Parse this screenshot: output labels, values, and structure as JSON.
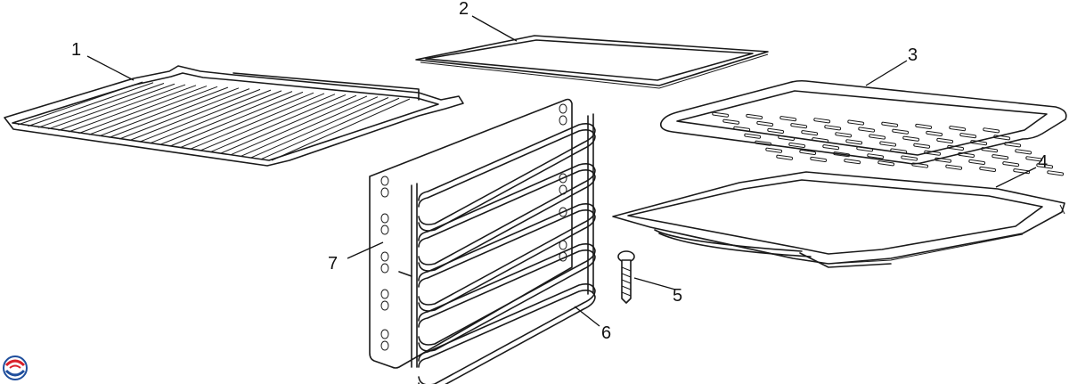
{
  "callouts": [
    {
      "id": "1",
      "text": "1"
    },
    {
      "id": "2",
      "text": "2"
    },
    {
      "id": "3",
      "text": "3"
    },
    {
      "id": "4",
      "text": "4"
    },
    {
      "id": "5",
      "text": "5"
    },
    {
      "id": "6",
      "text": "6"
    },
    {
      "id": "7",
      "text": "7"
    }
  ],
  "colors": {
    "line": "#1a1a1a",
    "background": "#ffffff",
    "logo_red": "#d9202a",
    "logo_blue": "#1f4e9c"
  },
  "icons": {
    "logo": "swirl-logo-icon"
  }
}
